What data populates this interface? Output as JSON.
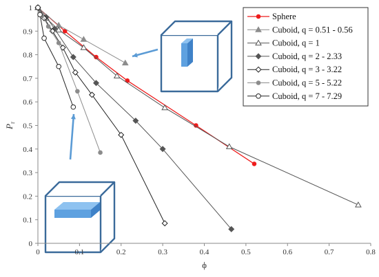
{
  "chart_data": {
    "type": "line",
    "xlabel": "ϕ",
    "ylabel": "P",
    "ylabel_sub": "r",
    "xlim": [
      0,
      0.8
    ],
    "ylim": [
      0,
      1
    ],
    "xticks": [
      0,
      0.1,
      0.2,
      0.3,
      0.4,
      0.5,
      0.6,
      0.7,
      0.8
    ],
    "yticks": [
      0,
      0.1,
      0.2,
      0.3,
      0.4,
      0.5,
      0.6,
      0.7,
      0.8,
      0.9,
      1
    ],
    "xtick_labels": [
      "0",
      "0.1",
      "0.2",
      "0.3",
      "0.4",
      "0.5",
      "0.6",
      "0.7",
      "0.8"
    ],
    "ytick_labels": [
      "0",
      "0.1",
      "0.2",
      "0.3",
      "0.4",
      "0.5",
      "0.6",
      "0.7",
      "0.8",
      "0.9",
      "1"
    ],
    "grid": false,
    "legend_position": "top-right",
    "series": [
      {
        "name": "Sphere",
        "color": "#ee1c1c",
        "marker": "filled-circle",
        "x": [
          0,
          0.065,
          0.14,
          0.215,
          0.38,
          0.52
        ],
        "y": [
          1,
          0.9,
          0.79,
          0.69,
          0.5,
          0.337
        ]
      },
      {
        "name": "Cuboid, q = 0.51 - 0.56",
        "color": "#8c8c8c",
        "marker": "filled-triangle",
        "x": [
          0,
          0.05,
          0.11,
          0.21
        ],
        "y": [
          1,
          0.925,
          0.865,
          0.765
        ]
      },
      {
        "name": "Cuboid, q = 1",
        "color": "#555555",
        "marker": "open-triangle",
        "x": [
          0,
          0.02,
          0.05,
          0.11,
          0.19,
          0.305,
          0.46,
          0.77
        ],
        "y": [
          1,
          0.955,
          0.905,
          0.83,
          0.71,
          0.575,
          0.41,
          0.163
        ]
      },
      {
        "name": "Cuboid, q = 2 - 2.33",
        "color": "#555555",
        "marker": "filled-diamond",
        "x": [
          0,
          0.02,
          0.04,
          0.085,
          0.14,
          0.235,
          0.3,
          0.465
        ],
        "y": [
          1,
          0.96,
          0.91,
          0.79,
          0.68,
          0.52,
          0.4,
          0.06
        ]
      },
      {
        "name": "Cuboid, q = 3 - 3.22",
        "color": "#222222",
        "marker": "open-diamond",
        "x": [
          0,
          0.015,
          0.035,
          0.06,
          0.09,
          0.13,
          0.2,
          0.305
        ],
        "y": [
          1,
          0.955,
          0.9,
          0.83,
          0.725,
          0.63,
          0.46,
          0.085
        ]
      },
      {
        "name": "Cuboid, q = 5 - 5.22",
        "color": "#8c8c8c",
        "marker": "filled-circle",
        "x": [
          0,
          0.01,
          0.025,
          0.05,
          0.095,
          0.15
        ],
        "y": [
          1,
          0.97,
          0.92,
          0.85,
          0.645,
          0.385
        ]
      },
      {
        "name": "Cuboid, q = 7 - 7.29",
        "color": "#222222",
        "marker": "open-circle",
        "x": [
          0,
          0.005,
          0.015,
          0.05,
          0.085
        ],
        "y": [
          1,
          0.97,
          0.87,
          0.75,
          0.578
        ]
      }
    ]
  },
  "insets": {
    "border_color": "#3a6a9a",
    "block_color": "#5ea1e0",
    "arrow_color": "#5b9bd5"
  }
}
